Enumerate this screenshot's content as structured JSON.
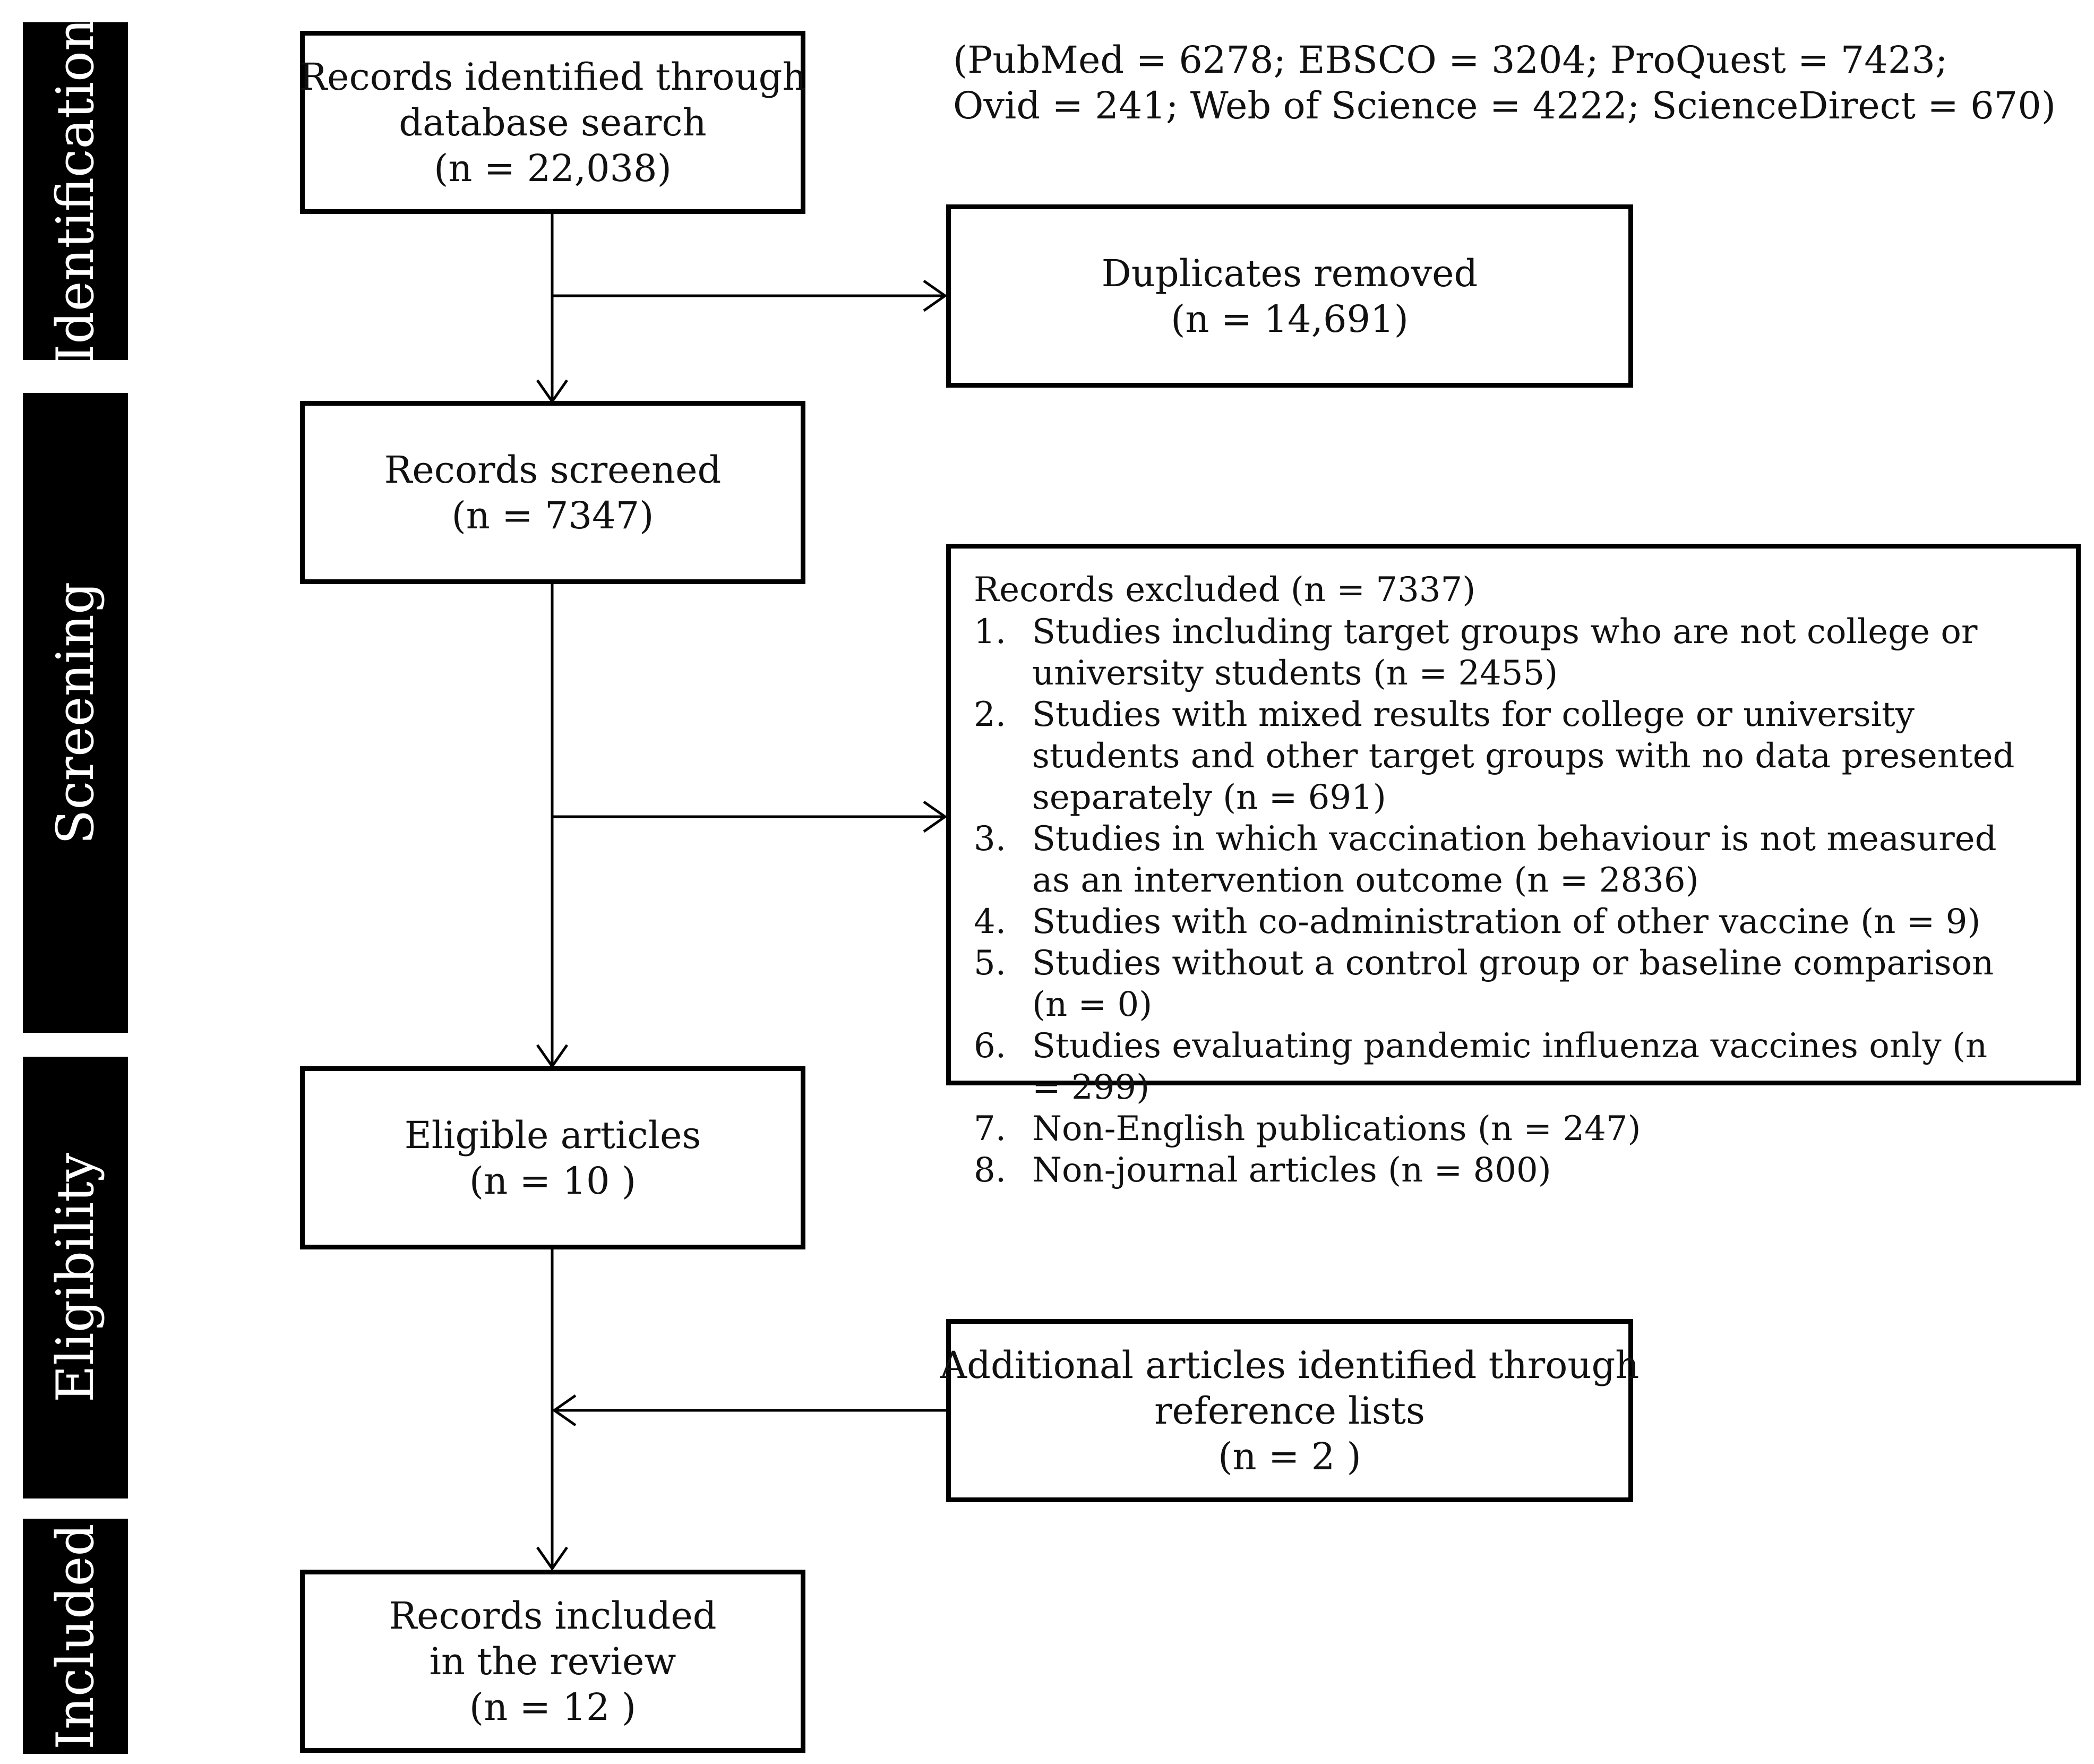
{
  "phases": {
    "identification": "Identification",
    "screening": "Screening",
    "eligibility": "Eligibility",
    "included": "Included"
  },
  "identified": {
    "line1": "Records identified through",
    "line2": "database search",
    "line3": "(n = 22,038)"
  },
  "databases": {
    "line1": "(PubMed = 6278; EBSCO = 3204; ProQuest = 7423;",
    "line2": "Ovid = 241; Web of Science = 4222; ScienceDirect = 670)"
  },
  "duplicates": {
    "line1": "Duplicates removed",
    "line2": "(n = 14,691)"
  },
  "screened": {
    "line1": "Records screened",
    "line2": "(n = 7347)"
  },
  "excluded": {
    "header": "Records excluded  (n = 7337)",
    "items": [
      {
        "num": "1.",
        "text": "Studies including target groups who are not college or university students (n = 2455)"
      },
      {
        "num": "2.",
        "text": "Studies with mixed results for college or university students and other target groups with no data presented separately (n = 691)"
      },
      {
        "num": "3.",
        "text": "Studies in which vaccination behaviour is not measured as an intervention outcome (n = 2836)"
      },
      {
        "num": "4.",
        "text": "Studies with co-administration of other vaccine (n = 9)"
      },
      {
        "num": "5.",
        "text": "Studies without a control group or baseline comparison (n = 0)"
      },
      {
        "num": "6.",
        "text": "Studies evaluating pandemic influenza vaccines only (n = 299)"
      },
      {
        "num": "7.",
        "text": "Non-English publications (n = 247)"
      },
      {
        "num": "8.",
        "text": "Non-journal articles (n =  800)"
      }
    ]
  },
  "eligible": {
    "line1": "Eligible articles",
    "line2": "(n = 10 )"
  },
  "additional": {
    "line1": "Additional articles identified through",
    "line2": "reference lists",
    "line3": "(n = 2 )"
  },
  "included": {
    "line1": "Records included",
    "line2": "in the review",
    "line3": "(n = 12 )"
  }
}
